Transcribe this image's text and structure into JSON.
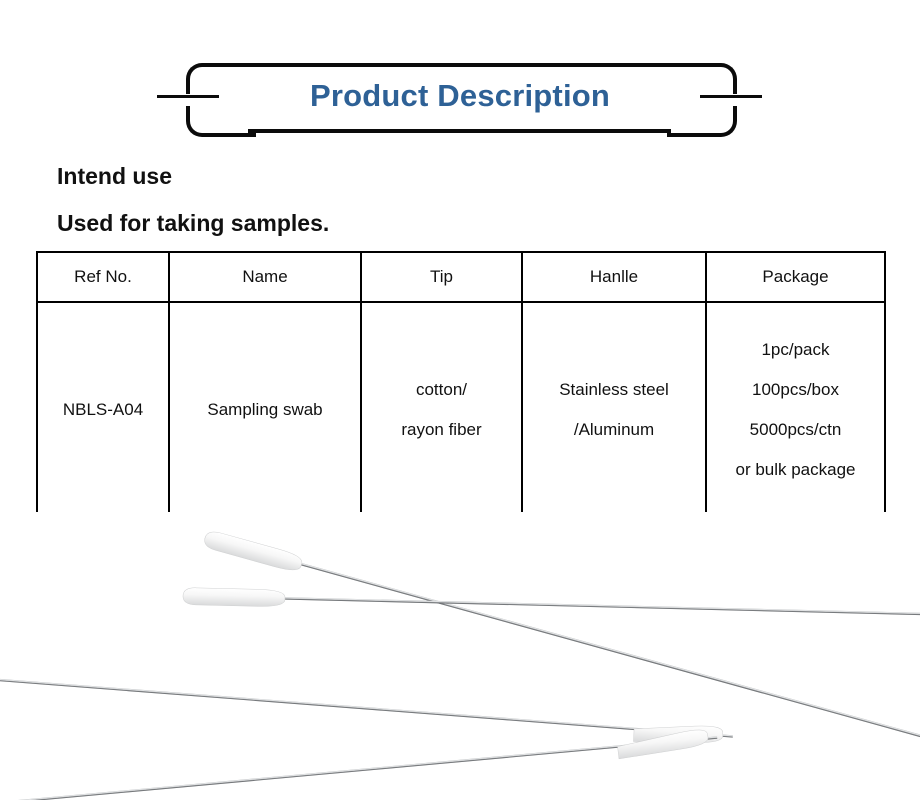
{
  "banner": {
    "title": "Product Description",
    "title_color": "#2e6196",
    "frame_color": "#0b0b0b"
  },
  "headings": {
    "intend_use": "Intend use",
    "used_for": "Used for taking samples."
  },
  "table": {
    "headers": [
      "Ref  No.",
      "Name",
      "Tip",
      "Hanlle",
      "Package"
    ],
    "rows": [
      {
        "ref_no": "NBLS-A04",
        "name": "Sampling swab",
        "tip_line1": "cotton/",
        "tip_line2": "rayon fiber",
        "handle_line1": "Stainless steel",
        "handle_line2": "/Aluminum",
        "package_line1": "1pc/pack",
        "package_line2": "100pcs/box",
        "package_line3": "5000pcs/ctn",
        "package_line4": "or bulk package"
      }
    ]
  },
  "product_photo": {
    "alt": "four sampling swabs with white fiber tips and thin metal shafts",
    "shaft_color": "#8c8f92",
    "tip_color": "#f2f2f2",
    "swab_count": 4
  }
}
